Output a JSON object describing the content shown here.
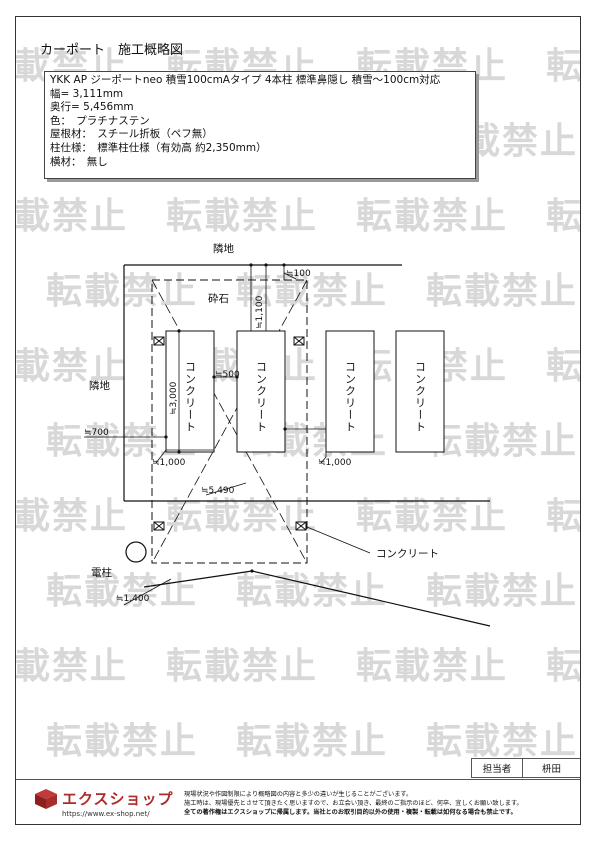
{
  "title": "カーポート　施工概略図",
  "spec": {
    "lines": [
      "YKK AP ジーポートneo 積雪100cmAタイプ 4本柱 標準鼻隠し 積雪～100cm対応",
      "幅= 3,111mm",
      "奥行= 5,456mm",
      "色：　プラチナステン",
      "屋根材：　スチール折板（ペフ無）",
      "柱仕様：　標準柱仕様（有効高 約2,350mm）",
      "横材：　無し"
    ]
  },
  "plan": {
    "labels": {
      "neighbor_top": "隣地",
      "neighbor_left": "隣地",
      "gravel": "砕石",
      "utility_pole": "電柱",
      "concrete_area": "コンクリート",
      "slab": "コンクリート"
    },
    "dimensions": {
      "d100": "≒100",
      "d1100": "≒1,100",
      "d3000": "≒3,000",
      "d500": "≒500",
      "d700": "≒700",
      "d1000_left": "≒1,000",
      "d1000_right": "≒1,000",
      "d5490": "≒5,490",
      "d1400": "≒1,400"
    }
  },
  "watermark": {
    "text": "転載禁止"
  },
  "footer": {
    "staff_label": "担当者",
    "staff_name": "枡田",
    "logo_text": "エクスショップ",
    "logo_url": "https://www.ex-shop.net/",
    "notes": [
      "現場状況や作図制限により概略図の内容と多少の違いが生じることがございます。",
      "施工時は、現場優先とさせて頂きたく思いますので、お立会い頂き、最終のご指示のほど、何卒、宜しくお願い致します。",
      "全ての著作権はエクスショップに帰属します。当社とのお取引目的以外の使用・複製・転載は如何なる場合も禁止です。"
    ]
  },
  "colors": {
    "logo": "#b02a2a",
    "watermark": "#d8d8d8"
  }
}
